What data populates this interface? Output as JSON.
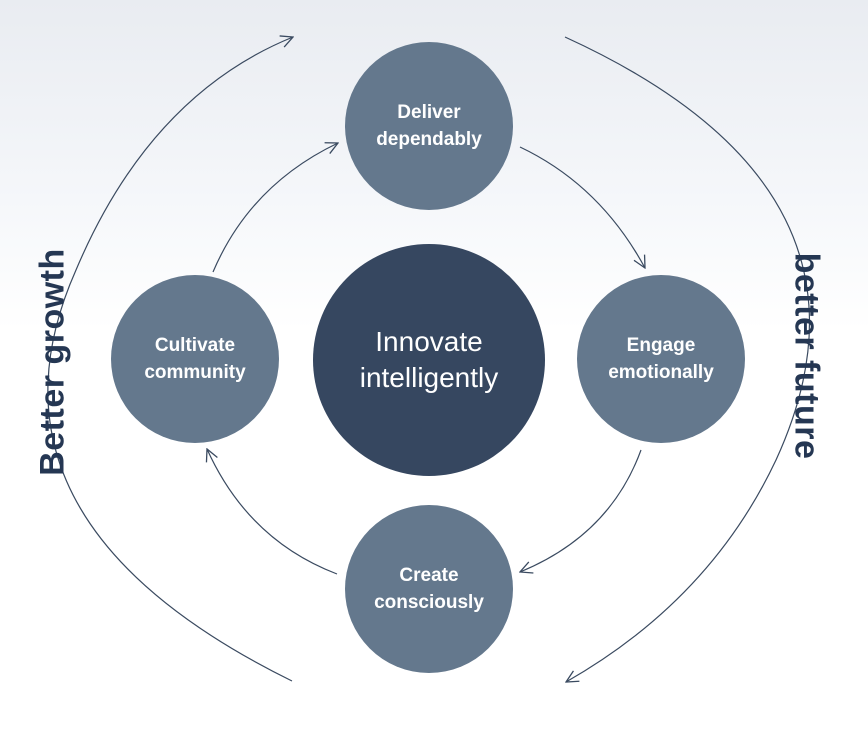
{
  "diagram": {
    "center": {
      "label": "Innovate\nintelligently"
    },
    "nodes": {
      "top": {
        "label": "Deliver\ndependably"
      },
      "right": {
        "label": "Engage\nemotionally"
      },
      "bottom": {
        "label": "Create\nconsciously"
      },
      "left": {
        "label": "Cultivate\ncommunity"
      }
    },
    "outer_labels": {
      "left": "Better growth",
      "right": "better future"
    }
  },
  "colors": {
    "node": "#64788d",
    "center": "#364760",
    "arrow": "#3a4a60",
    "text_dark": "#253753"
  }
}
